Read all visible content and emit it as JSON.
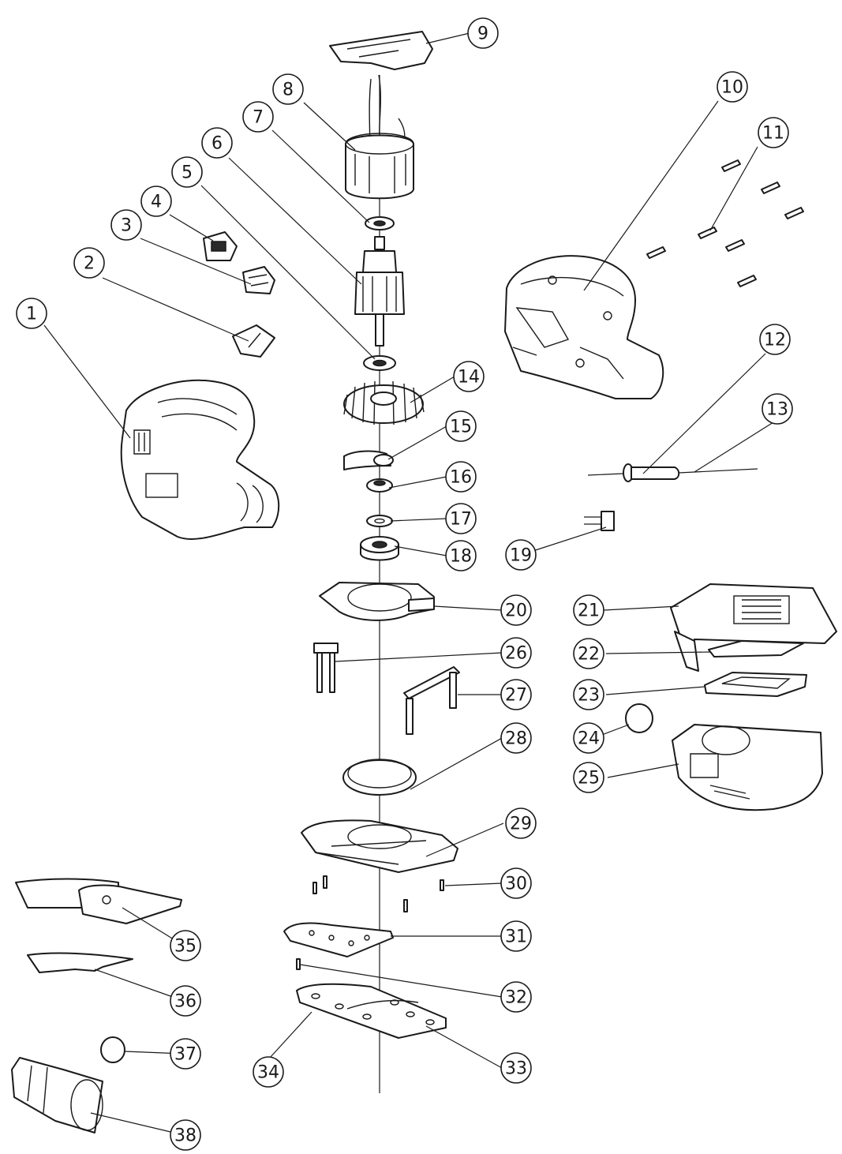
{
  "diagram": {
    "line_color": "#1a1a1a",
    "background": "#ffffff",
    "callouts": [
      {
        "label": "1"
      },
      {
        "label": "2"
      },
      {
        "label": "3"
      },
      {
        "label": "4"
      },
      {
        "label": "5"
      },
      {
        "label": "6"
      },
      {
        "label": "7"
      },
      {
        "label": "8"
      },
      {
        "label": "9"
      },
      {
        "label": "10"
      },
      {
        "label": "11"
      },
      {
        "label": "12"
      },
      {
        "label": "13"
      },
      {
        "label": "14"
      },
      {
        "label": "15"
      },
      {
        "label": "16"
      },
      {
        "label": "17"
      },
      {
        "label": "18"
      },
      {
        "label": "19"
      },
      {
        "label": "20"
      },
      {
        "label": "21"
      },
      {
        "label": "22"
      },
      {
        "label": "23"
      },
      {
        "label": "24"
      },
      {
        "label": "25"
      },
      {
        "label": "26"
      },
      {
        "label": "27"
      },
      {
        "label": "28"
      },
      {
        "label": "29"
      },
      {
        "label": "30"
      },
      {
        "label": "31"
      },
      {
        "label": "32"
      },
      {
        "label": "33"
      },
      {
        "label": "34"
      },
      {
        "label": "35"
      },
      {
        "label": "36"
      },
      {
        "label": "37"
      },
      {
        "label": "38"
      }
    ]
  }
}
